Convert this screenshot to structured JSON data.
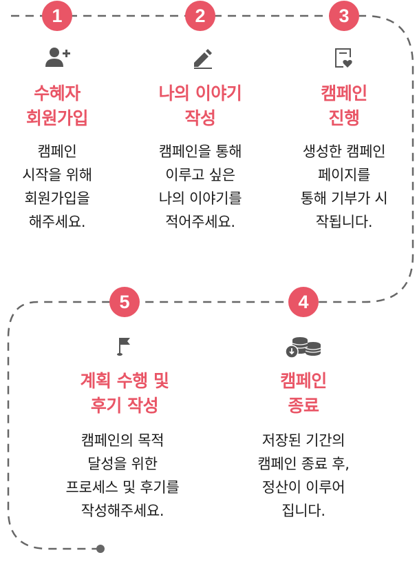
{
  "colors": {
    "accent": "#e95566",
    "path": "#666666",
    "icon": "#555555",
    "text": "#1a1a1a"
  },
  "steps": [
    {
      "number": "1",
      "icon": "user-plus-icon",
      "title": [
        "수혜자",
        "회원가입"
      ],
      "description": [
        "캠페인",
        "시작을 위해",
        "회원가입을",
        "해주세요."
      ]
    },
    {
      "number": "2",
      "icon": "pencil-icon",
      "title": [
        "나의 이야기",
        "작성"
      ],
      "description": [
        "캠페인을 통해",
        "이루고 싶은",
        "나의 이야기를",
        "적어주세요."
      ]
    },
    {
      "number": "3",
      "icon": "document-heart-icon",
      "title": [
        "캠페인",
        "진행"
      ],
      "description": [
        "생성한 캠페인",
        "페이지를",
        "통해 기부가 시",
        "작됩니다."
      ]
    },
    {
      "number": "4",
      "icon": "coins-download-icon",
      "title": [
        "캠페인",
        "종료"
      ],
      "description": [
        "저장된 기간의",
        "캠페인 종료 후,",
        "정산이 이루어",
        "집니다."
      ]
    },
    {
      "number": "5",
      "icon": "flag-icon",
      "title": [
        "계획 수행 및",
        "후기 작성"
      ],
      "description": [
        "캠페인의 목적",
        "달성을 위한",
        "프로세스 및 후기를",
        "작성해주세요."
      ]
    }
  ]
}
